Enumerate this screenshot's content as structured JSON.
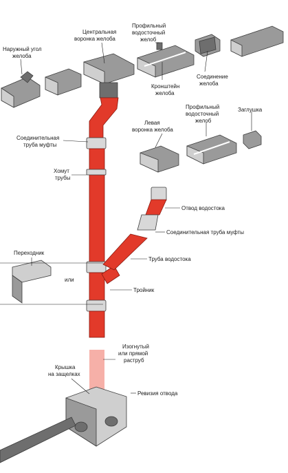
{
  "labels": {
    "outer_corner": [
      "Наружный угол",
      "желоба"
    ],
    "central_funnel": [
      "Центральная",
      "воронка желоба"
    ],
    "profile_gutter_top": [
      "Профильный",
      "водосточный",
      "желоб"
    ],
    "bracket": [
      "Кронштейн",
      "желоба"
    ],
    "gutter_joint": [
      "Соединение",
      "желоба"
    ],
    "connecting_pipe_left": [
      "Соединительная",
      "труба муфты"
    ],
    "clamp": [
      "Хомут",
      "трубы"
    ],
    "left_funnel": [
      "Левая",
      "воронка желоба"
    ],
    "profile_gutter_mid": [
      "Профильный",
      "водосточный",
      "желоб"
    ],
    "cap": [
      "Заглушка"
    ],
    "downpipe_bend": [
      "Отвод водостока"
    ],
    "connecting_pipe_right": [
      "Соединительная труба муфты"
    ],
    "downpipe": [
      "Труба водостока"
    ],
    "adapter": [
      "Переходник"
    ],
    "or": [
      "или"
    ],
    "tee": [
      "Тройник"
    ],
    "bent_socket": [
      "Изогнутый",
      "или прямой",
      "раструб"
    ],
    "snap_lid": [
      "Крышка",
      "на защелках"
    ],
    "drain_inspection": [
      "Ревизия отвода"
    ]
  },
  "colors": {
    "pipe": "#e23a2a",
    "pipe_ghost": "#f6b0a8",
    "gutter": "#9a9a9a",
    "collar": "#d8d8d8"
  }
}
